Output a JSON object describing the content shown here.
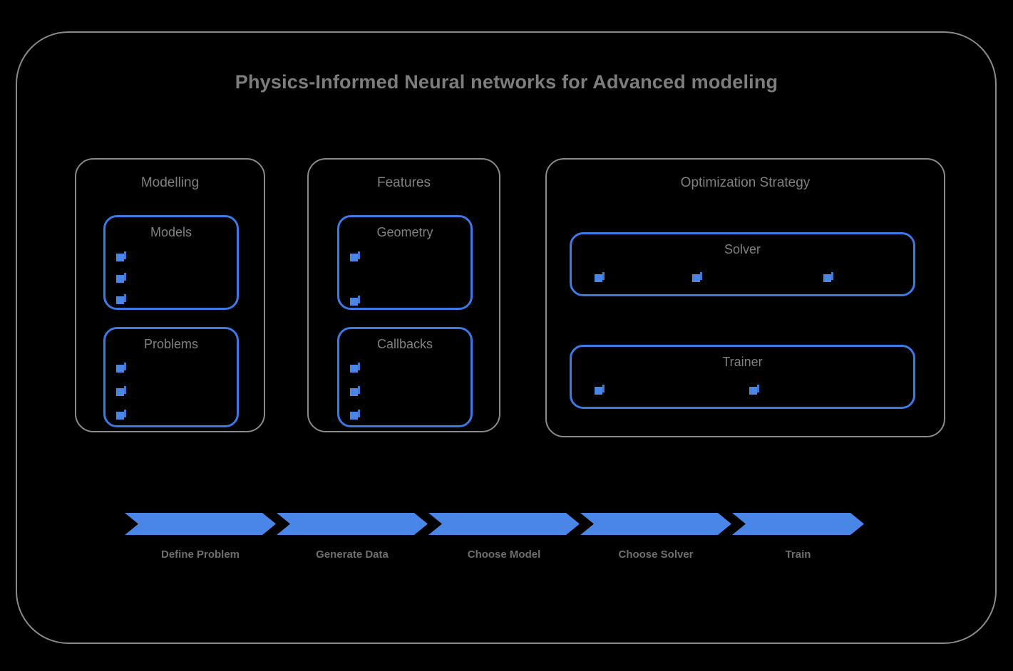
{
  "diagram": {
    "title": "Physics-Informed Neural networks for Advanced modeling",
    "colors": {
      "background": "#000000",
      "frame_border": "#8a8a8a",
      "group_border": "#8a8a8a",
      "inner_border": "#3d7ae8",
      "accent_blue": "#4a86e8",
      "text_gray": "#808080",
      "title_gray": "#7d7d7d"
    },
    "groups": [
      {
        "id": "modelling",
        "label": "Modelling",
        "boxes": [
          {
            "id": "models",
            "label": "Models",
            "bullets": 3,
            "bullet_layout": "vertical"
          },
          {
            "id": "problems",
            "label": "Problems",
            "bullets": 3,
            "bullet_layout": "vertical"
          }
        ]
      },
      {
        "id": "features",
        "label": "Features",
        "boxes": [
          {
            "id": "geometry",
            "label": "Geometry",
            "bullets": 2,
            "bullet_layout": "vertical"
          },
          {
            "id": "callbacks",
            "label": "Callbacks",
            "bullets": 3,
            "bullet_layout": "vertical"
          }
        ]
      },
      {
        "id": "optimization-strategy",
        "label": "Optimization Strategy",
        "boxes": [
          {
            "id": "solver",
            "label": "Solver",
            "bullets": 3,
            "bullet_layout": "horizontal"
          },
          {
            "id": "trainer",
            "label": "Trainer",
            "bullets": 2,
            "bullet_layout": "horizontal"
          }
        ]
      }
    ],
    "flow": {
      "steps": [
        {
          "label": "Define Problem"
        },
        {
          "label": "Generate Data"
        },
        {
          "label": "Choose Model"
        },
        {
          "label": "Choose Solver"
        },
        {
          "label": "Train"
        }
      ]
    }
  }
}
